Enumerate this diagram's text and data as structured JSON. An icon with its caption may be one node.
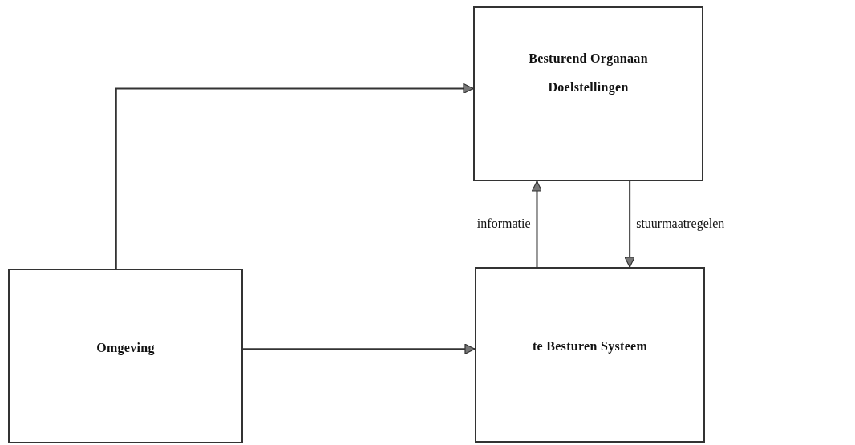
{
  "diagram": {
    "nodes": [
      {
        "text": [
          "Besturend Organaan",
          "Doelstellingen"
        ]
      },
      {
        "text": [
          "Omgeving"
        ]
      },
      {
        "text": [
          "te Besturen Systeem"
        ]
      }
    ],
    "edges": [
      {
        "from": 1,
        "to": 0,
        "arrow": "to"
      },
      {
        "from": 1,
        "to": 2,
        "arrow": "to"
      },
      {
        "from": 2,
        "to": 0,
        "arrow": "to",
        "label": "informatie"
      },
      {
        "from": 0,
        "to": 2,
        "arrow": "to",
        "label": "stuurmaatregelen"
      }
    ]
  }
}
